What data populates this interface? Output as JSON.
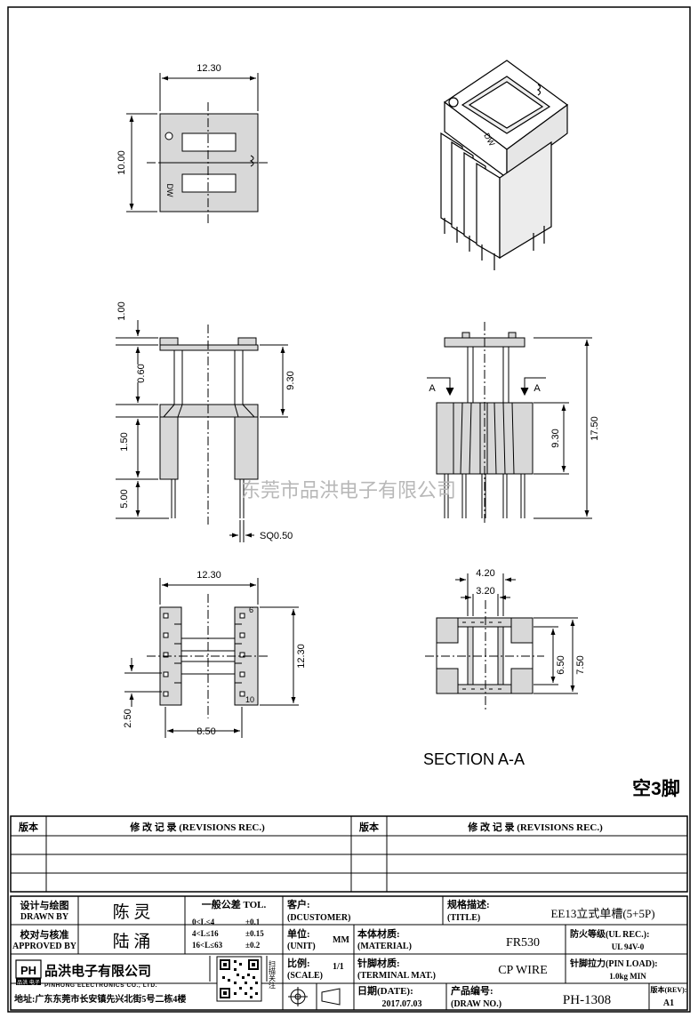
{
  "drawing": {
    "top_view": {
      "width": "12.30",
      "height": "10.00",
      "marking": "DW"
    },
    "front_view": {
      "d_flange": "1.00",
      "d_gap": "0.60",
      "d_base": "1.50",
      "d_pin": "5.00",
      "d_upper": "9.30",
      "pin_section": "SQ0.50"
    },
    "side_view": {
      "label_left": "A",
      "label_right": "A",
      "total_height": "17.50",
      "lower_height": "9.30"
    },
    "bottom_view": {
      "width": "12.30",
      "height": "12.30",
      "pin_pitch": "2.50",
      "row_span": "8.50",
      "pin_first": "6",
      "pin_last": "10"
    },
    "section": {
      "outer": "4.20",
      "inner": "3.20",
      "h1": "6.50",
      "h2": "7.50",
      "caption": "SECTION A-A"
    },
    "note": "空3脚",
    "watermark": "东莞市品洪电子有限公司"
  },
  "revisions": {
    "col_ver_left": "版本",
    "col_rec_left": "修 改 记 录 (REVISIONS REC.)",
    "col_ver_right": "版本",
    "col_rec_right": "修 改 记 录 (REVISIONS REC.)"
  },
  "titleblock": {
    "drawn_label_cn": "设计与绘图",
    "drawn_label_en": "DRAWN BY",
    "drawn_name": "陈 灵",
    "approved_label_cn": "校对与核准",
    "approved_label_en": "APPROVED BY",
    "approved_name": "陆 涌",
    "tol_title": "一般公差 TOL.",
    "tol_rows": [
      {
        "range": "0<L≤4",
        "value": "±0.1"
      },
      {
        "range": "4<L≤16",
        "value": "±0.15"
      },
      {
        "range": "16<L≤63",
        "value": "±0.2"
      }
    ],
    "customer_label_cn": "客户:",
    "customer_label_en": "(DCUSTOMER)",
    "title_label_cn": "规格描述:",
    "title_label_en": "(TITLE)",
    "title_value": "EE13立式单槽(5+5P)",
    "unit_label_cn": "单位:",
    "unit_label_en": "(UNIT)",
    "unit_value": "MM",
    "material_label_cn": "本体材质:",
    "material_label_en": "(MATERIAL)",
    "material_value": "FR530",
    "fire_label": "防火等级(UL REC.):",
    "fire_value": "UL 94V-0",
    "scale_label_cn": "比例:",
    "scale_label_en": "(SCALE)",
    "scale_value": "1/1",
    "terminal_label_cn": "针脚材质:",
    "terminal_label_en": "(TERMINAL MAT.)",
    "terminal_value": "CP WIRE",
    "pinload_label": "针脚拉力(PIN LOAD):",
    "pinload_value": "1.0kg MIN",
    "date_label_cn": "日期(DATE):",
    "date_value": "2017.07.03",
    "drawno_label_cn": "产品编号:",
    "drawno_label_en": "(DRAW NO.)",
    "drawno_value": "PH-1308",
    "rev_label": "版本(REV):",
    "rev_value": "A1",
    "company_cn": "品洪电子有限公司",
    "company_en": "PINHONG ELECTRONICS CO., LTD.",
    "logo_text": "PH",
    "logo_sub": "品洪 电子",
    "address": "地址:广东东莞市长安镇先兴北街5号二栋4楼",
    "qr_caption": "扫描关注"
  }
}
